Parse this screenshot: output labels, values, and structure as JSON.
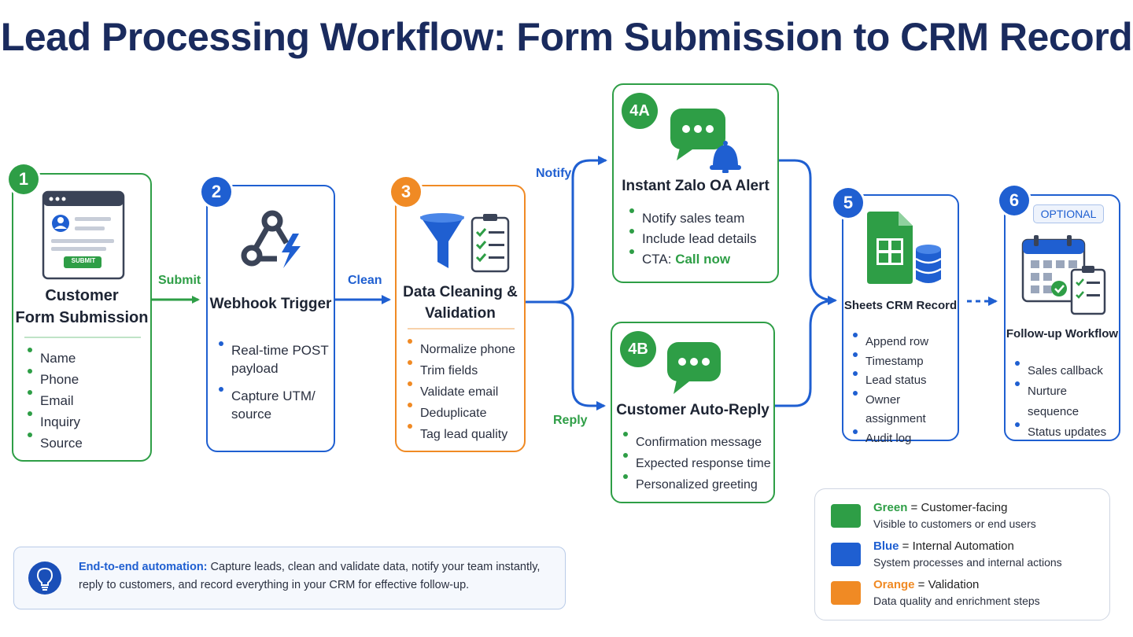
{
  "title": "Lead Processing Workflow: Form Submission to CRM Record",
  "colors": {
    "green": "#2e9e46",
    "blue": "#1f5fd1",
    "orange": "#f08a24",
    "navy": "#1a2b5e"
  },
  "steps": {
    "s1": {
      "badge": "1",
      "title_line1": "Customer",
      "title_line2": "Form Submission",
      "button_label": "SUBMIT",
      "items": [
        "Name",
        "Phone",
        "Email",
        "Inquiry",
        "Source"
      ]
    },
    "s2": {
      "badge": "2",
      "title": "Webhook Trigger",
      "items": [
        [
          "Real-time POST",
          "payload"
        ],
        [
          "Capture UTM/",
          "source"
        ]
      ]
    },
    "s3": {
      "badge": "3",
      "title_line1": "Data Cleaning &",
      "title_line2": "Validation",
      "items": [
        "Normalize phone",
        "Trim fields",
        "Validate email",
        "Deduplicate",
        "Tag lead quality"
      ]
    },
    "s4a": {
      "badge": "4A",
      "title": "Instant Zalo OA Alert",
      "items": [
        "Notify sales team",
        "Include lead details"
      ],
      "cta_label": "CTA:",
      "cta_value": "Call now"
    },
    "s4b": {
      "badge": "4B",
      "title": "Customer Auto-Reply",
      "items": [
        "Confirmation message",
        "Expected response time",
        "Personalized greeting"
      ]
    },
    "s5": {
      "badge": "5",
      "title": "Sheets CRM Record",
      "items": [
        "Append row",
        "Timestamp",
        "Lead status",
        "Owner assignment",
        "Audit log"
      ]
    },
    "s6": {
      "badge": "6",
      "tag": "OPTIONAL",
      "title": "Follow-up Workflow",
      "items": [
        "Sales callback",
        "Nurture sequence",
        "Status updates"
      ]
    }
  },
  "connectors": {
    "submit": "Submit",
    "clean": "Clean",
    "notify": "Notify",
    "reply": "Reply"
  },
  "info": {
    "icon": "lightbulb-icon",
    "bold": "End-to-end automation:",
    "line1": "Capture leads, clean and validate data, notify your team instantly,",
    "line2": "reply to customers, and record everything  in your CRM for effective follow-up."
  },
  "legend": [
    {
      "key": "Green",
      "rest": " = Customer-facing",
      "sub": "Visible to customers or end users",
      "color": "#2e9e46"
    },
    {
      "key": "Blue",
      "rest": " = Internal Automation",
      "sub": "System processes and internal actions",
      "color": "#1f5fd1"
    },
    {
      "key": "Orange",
      "rest": " = Validation",
      "sub": "Data quality and enrichment steps",
      "color": "#f08a24"
    }
  ]
}
